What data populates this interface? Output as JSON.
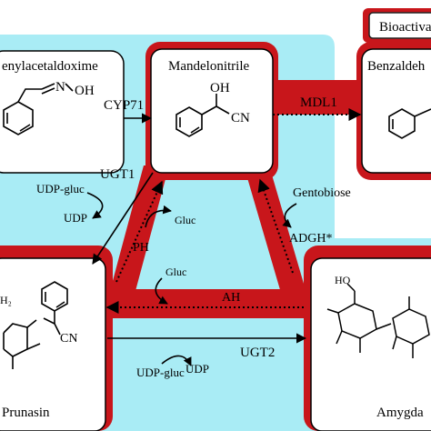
{
  "colors": {
    "cyan_bg": "#a9ecf5",
    "red_band": "#c8161b",
    "dark_red": "#7a0b0e",
    "box_fill": "#ffffff",
    "ink": "#000000"
  },
  "legend": {
    "label": "Bioactiva"
  },
  "nodes": {
    "phenylacetaldoxime": {
      "label": "enylacetaldoxime"
    },
    "mandelonitrile": {
      "label": "Mandelonitrile"
    },
    "benzaldehyde": {
      "label": "Benzaldeh"
    },
    "prunasin": {
      "label": "Prunasin"
    },
    "amygdalin": {
      "label": "Amygda"
    }
  },
  "structure_labels": {
    "oxime_n": "N",
    "oxime_oh": "OH",
    "mandelo_oh": "OH",
    "mandelo_cn": "CN",
    "prunasin_cn": "CN",
    "prunasin_h2": "H₂",
    "amyg_ho": "HO"
  },
  "edges": {
    "cyp71": "CYP71",
    "mdl1": "MDL1",
    "ugt1": "UGT1",
    "udp_gluc_1": "UDP-gluc",
    "udp_1": "UDP",
    "gentobiose": "Gentobiose",
    "adgh": "ADGH*",
    "ph": "PH",
    "gluc_1": "Gluc",
    "gluc_2": "Gluc",
    "ah": "AH",
    "ugt2": "UGT2",
    "udp_gluc_2": "UDP-gluc",
    "udp_2": "UDP"
  }
}
